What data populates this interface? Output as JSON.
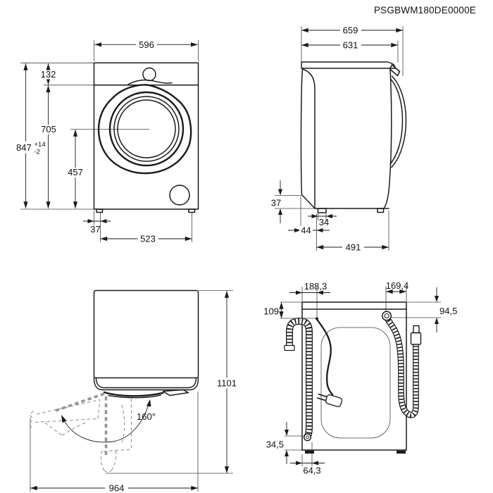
{
  "drawing": {
    "code": "PSGBWM180DE0000E",
    "front_view": {
      "width": "596",
      "top_panel_height": "132",
      "height_below_top": "705",
      "total_height": "847",
      "tol_plus": "+14",
      "tol_minus": "-2",
      "door_center_height": "457",
      "foot_inset": "37",
      "feet_distance": "523"
    },
    "side_view": {
      "total_depth": "659",
      "body_depth": "631",
      "rear_base_height": "37",
      "foot_width": "34",
      "foot_setback": "44",
      "feet_distance": "491"
    },
    "top_view": {
      "depth_door_open": "1101",
      "door_angle": "160°",
      "width_door_open": "964"
    },
    "rear_view": {
      "cord_offset_x": "188,3",
      "inlet_offset_x": "169,4",
      "cord_offset_y": "109",
      "inlet_offset_y": "94,5",
      "drain_height": "34,5",
      "drain_offset_x": "64,3"
    }
  }
}
